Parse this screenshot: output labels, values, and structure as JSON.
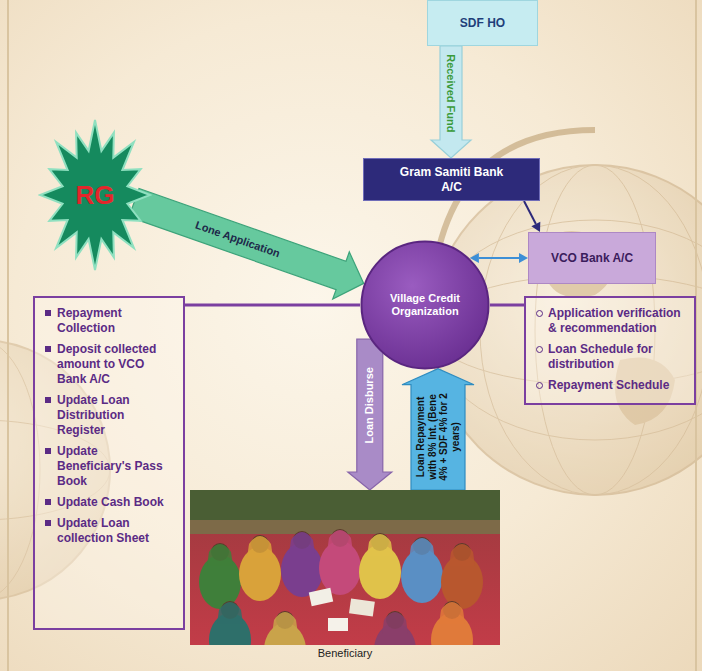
{
  "diagram": {
    "nodes": [
      {
        "text": [
          "SDF HO"
        ]
      },
      {
        "text": [
          "RG"
        ]
      },
      {
        "text": [
          "Gram Samiti Bank A/C"
        ]
      },
      {
        "text": [
          "Village Credit Organization"
        ]
      },
      {
        "text": [
          "VCO Bank A/C"
        ]
      },
      {
        "text": [
          "Repayment Collection",
          "Deposit collected amount to VCO Bank A/C",
          "Update Loan Distribution Register",
          "Update Beneficiary's Pass Book",
          "Update Cash Book",
          "Update Loan collection Sheet"
        ]
      },
      {
        "text": [
          "Application verification & recommendation",
          "Loan Schedule for distribution",
          "Repayment Schedule"
        ]
      },
      {
        "text": [
          "Beneficiary"
        ]
      }
    ],
    "edges": [
      {
        "from": 0,
        "to": 2,
        "label": "Received Fund",
        "arrow": "to"
      },
      {
        "from": 1,
        "to": 3,
        "label": "Lone Application",
        "arrow": "to"
      },
      {
        "from": 2,
        "to": 4,
        "arrow": "to"
      },
      {
        "from": 4,
        "to": 3,
        "arrow": "both"
      },
      {
        "from": 3,
        "to": 7,
        "label": "Loan Disburse",
        "arrow": "to"
      },
      {
        "from": 7,
        "to": 3,
        "label": "Loan Repayment with 8% Int. (Bene 4% + SDF 4% for 2 years)",
        "arrow": "to"
      },
      {
        "from": 3,
        "to": 5,
        "arrow": "none"
      },
      {
        "from": 3,
        "to": 6,
        "arrow": "none"
      }
    ]
  }
}
